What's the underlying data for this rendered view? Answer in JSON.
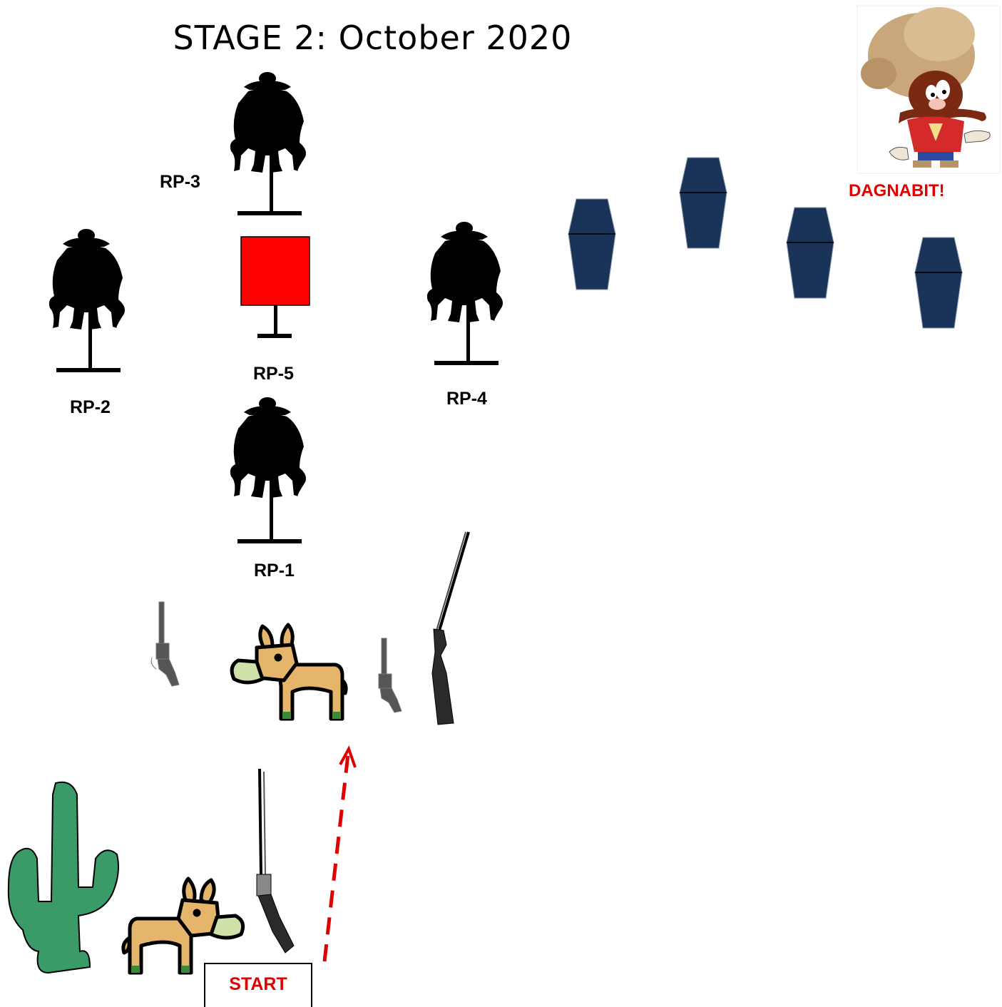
{
  "title": "STAGE 2: October 2020",
  "targets": {
    "rp1": "RP-1",
    "rp2": "RP-2",
    "rp3": "RP-3",
    "rp4": "RP-4",
    "rp5": "RP-5"
  },
  "character_caption": "DAGNABIT!",
  "start_label": "START",
  "colors": {
    "outlaw": "#000000",
    "plate": "#ff0000",
    "coffin": "#1a3358",
    "cactus": "#3a9a68",
    "mule": "#e4b56b",
    "muzzle": "#cfe0a8",
    "arrow": "#e00000"
  }
}
